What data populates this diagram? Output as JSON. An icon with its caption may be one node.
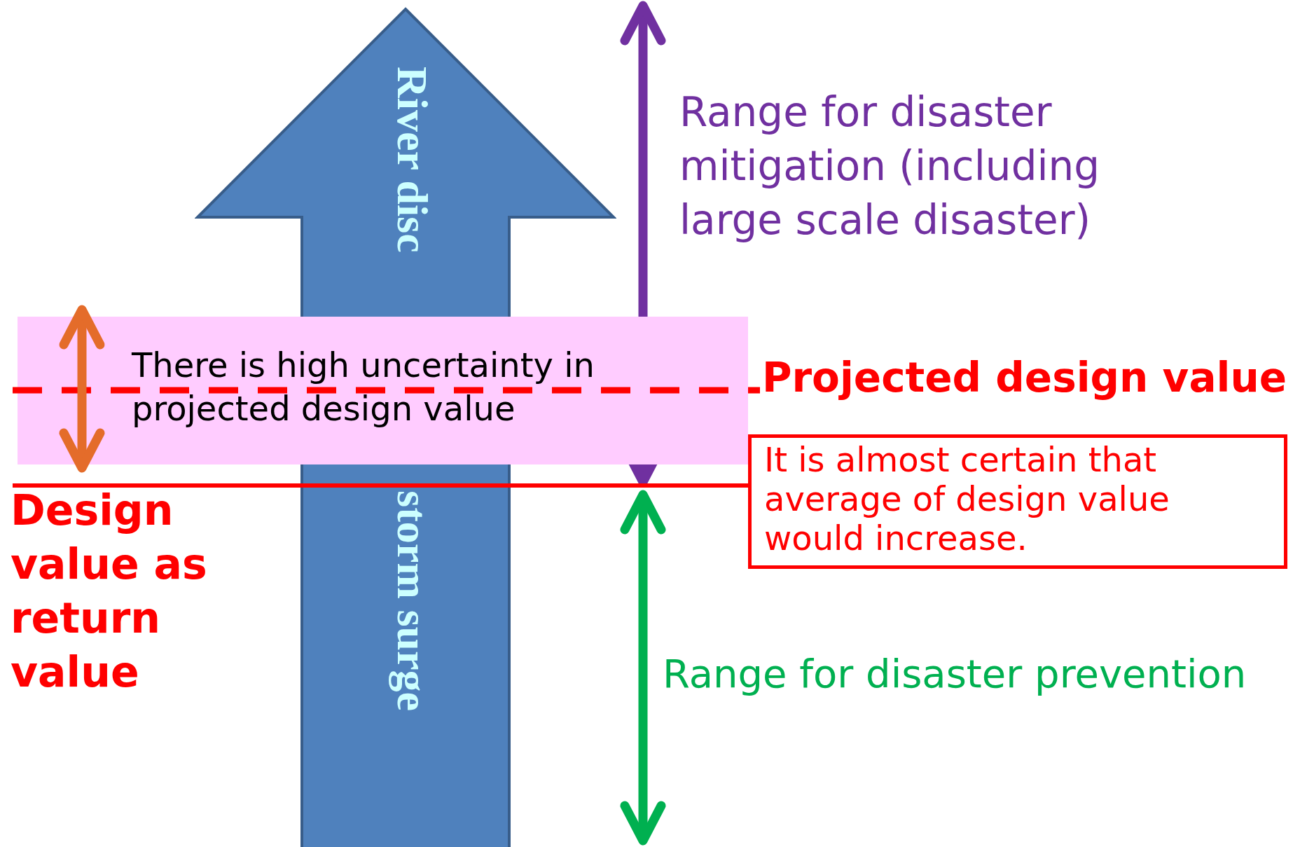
{
  "diagram": {
    "nodes": [
      {
        "text": [
          "River disc",
          "storm surge"
        ]
      },
      {
        "text": [
          "There is high uncertainty in projected design value"
        ]
      },
      {
        "text": [
          "It is almost certain that average of design value would increase."
        ]
      }
    ],
    "labels": [
      "Range for disaster mitigation (including large scale disaster)",
      "Projected design value",
      "Design value as return value",
      "Range for disaster prevention"
    ]
  }
}
